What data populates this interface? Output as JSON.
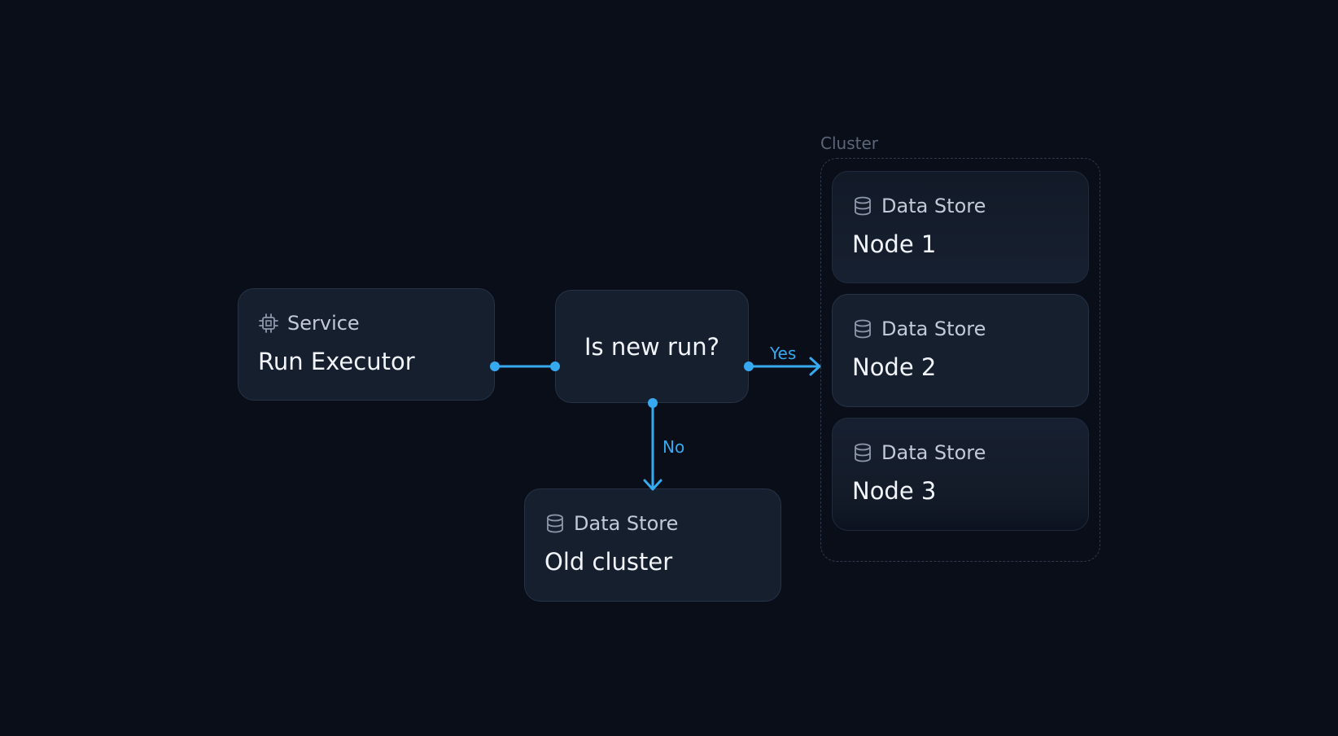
{
  "colors": {
    "background": "#0a0e18",
    "node_fill": "#161f2e",
    "node_border": "#263246",
    "accent": "#36a9f0",
    "label_muted": "#5b6679"
  },
  "nodes": {
    "run_executor": {
      "kind": "Service",
      "icon": "cpu-chip-icon",
      "title": "Run Executor"
    },
    "decision": {
      "title": "Is new run?"
    },
    "old_cluster": {
      "kind": "Data Store",
      "icon": "database-icon",
      "title": "Old cluster"
    },
    "node_1": {
      "kind": "Data Store",
      "icon": "database-icon",
      "title": "Node 1"
    },
    "node_2": {
      "kind": "Data Store",
      "icon": "database-icon",
      "title": "Node 2"
    },
    "node_3": {
      "kind": "Data Store",
      "icon": "database-icon",
      "title": "Node 3"
    }
  },
  "cluster": {
    "label": "Cluster"
  },
  "edges": {
    "executor_to_decision": {
      "label": ""
    },
    "decision_yes": {
      "label": "Yes"
    },
    "decision_no": {
      "label": "No"
    }
  }
}
